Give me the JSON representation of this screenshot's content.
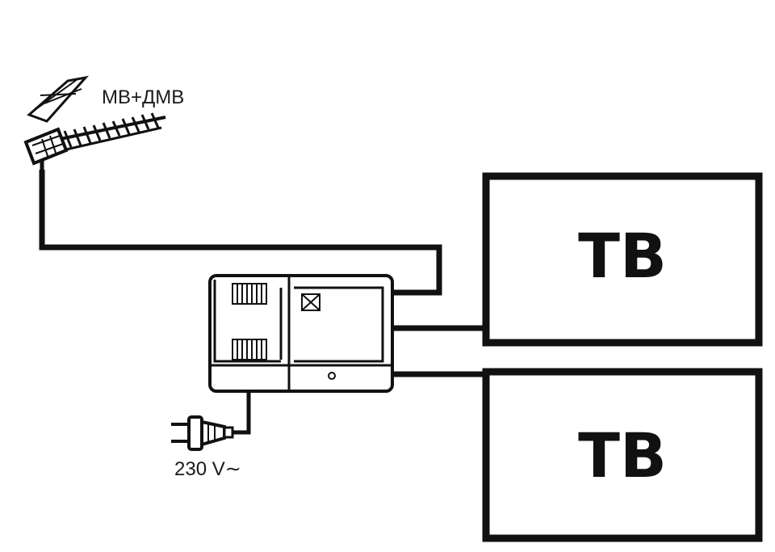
{
  "antenna": {
    "label": "МВ+ДМВ"
  },
  "power": {
    "label": "230 V∼"
  },
  "tvs": [
    {
      "label": "ТВ"
    },
    {
      "label": "ТВ"
    }
  ],
  "colors": {
    "ink": "#111111",
    "background": "#ffffff"
  },
  "icons": [
    "antenna-icon",
    "amplifier-icon",
    "power-plug-icon"
  ]
}
